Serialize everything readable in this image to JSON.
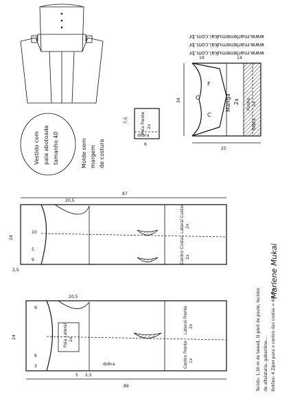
{
  "site": {
    "url_1": "www.marlenemukai.com.br",
    "url_2": "www.marlenemukai.com.br",
    "url_3": "www.marlenemukai.com.br"
  },
  "title_bubble": {
    "line1": "Vestido com",
    "line2": "pala abotoada",
    "line3": "tamanho 40"
  },
  "note": {
    "line1": "Molde sem",
    "line2": "margem",
    "line3": "de costura"
  },
  "signature": "Marlene Mukai",
  "fabric_note": {
    "line1": "Tecido: 1,30 m de tweed, lã pied de poule, tecidos",
    "line2": "de alfaiataria, gabardine...",
    "line3": "Botões: 4  Zíper para o centro das costas = 60 cm"
  },
  "sleeve": {
    "sleeve_label": "Manga",
    "sleeve_qty": "2x",
    "cuff_label": "Punho",
    "cuff_qty": "2x",
    "fold_label": "dobra",
    "letters": [
      "F",
      "C",
      "C"
    ],
    "dims": [
      "34",
      "25",
      "19",
      "14"
    ]
  },
  "pala_frente": {
    "label": "Pala Frente",
    "qty": "2x",
    "fold": "dobra",
    "dims": [
      "7,5",
      "6"
    ]
  },
  "back_pattern": {
    "centro_label": "Centro Costas",
    "centro_qty": "2x",
    "lateral_label": "Lateral Costas",
    "lateral_qty": "2x",
    "dims": [
      "87",
      "20,5",
      "24",
      "10",
      "5",
      "2,5",
      "9"
    ]
  },
  "front_pattern": {
    "centro_label": "Centro Frente",
    "centro_qty": "1x",
    "lateral_label": "Lateral Frente",
    "lateral_qty": "2x",
    "pala_label": "Pala Lateral",
    "pala_qty": "2x",
    "fold_label": "dobra",
    "dims": [
      "89",
      "20,5",
      "24",
      "9",
      "8",
      "5",
      "2,5",
      "3"
    ]
  }
}
